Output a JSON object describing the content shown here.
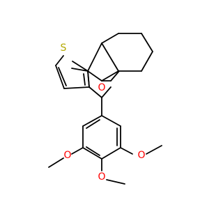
{
  "molecule": {
    "atoms": {
      "sulfur": {
        "label": "S",
        "color": "#b3a800"
      },
      "ring_oxygen": {
        "label": "O",
        "color": "#ff0000"
      },
      "methoxy_left_oxygen": {
        "label": "O",
        "color": "#ff0000"
      },
      "methoxy_center_oxygen": {
        "label": "O",
        "color": "#ff0000"
      },
      "methoxy_right_oxygen": {
        "label": "O",
        "color": "#ff0000"
      }
    },
    "bond_color": "#000000",
    "background": "#ffffff"
  }
}
